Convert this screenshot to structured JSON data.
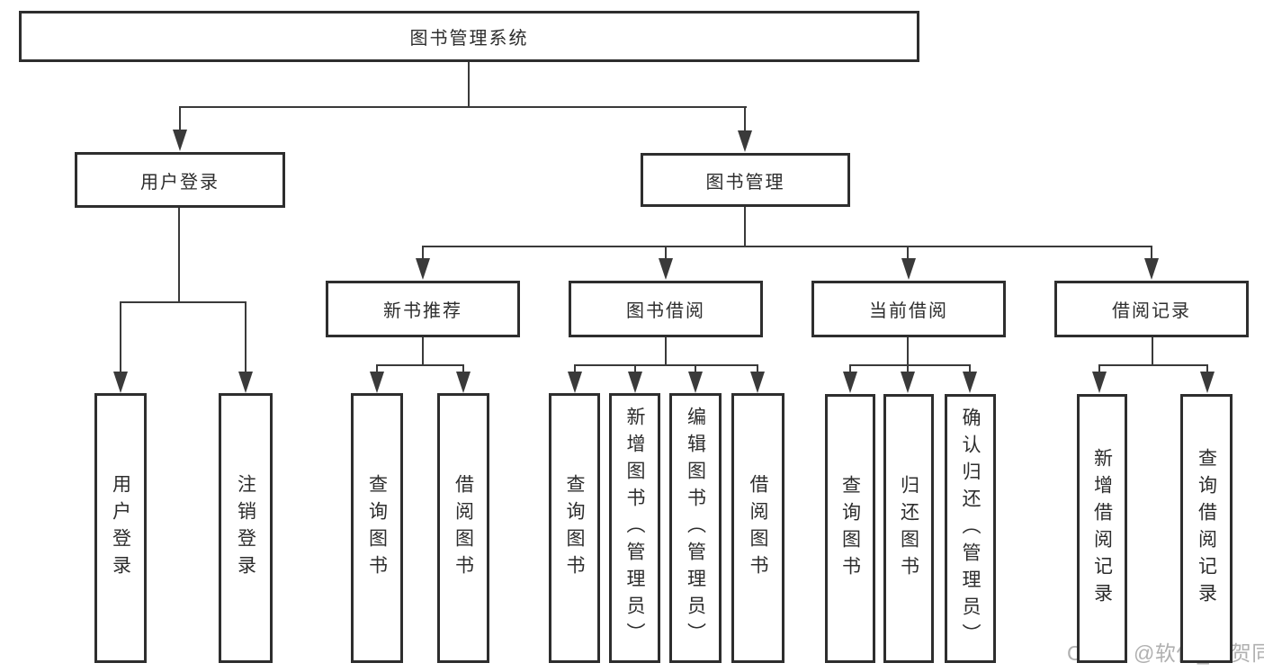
{
  "diagram": {
    "watermark": "CSDN @软件_小贺同学",
    "colors": {
      "line": "#3a3a3a",
      "box_border": "#2e2e2e",
      "text": "#2d2d2d",
      "watermark": "#b0b0b0",
      "background": "#ffffff"
    }
  },
  "nodes": [
    {
      "id": "root",
      "label": "图书管理系统",
      "orientation": "horizontal"
    },
    {
      "id": "user-login",
      "label": "用户登录",
      "orientation": "horizontal"
    },
    {
      "id": "book-management",
      "label": "图书管理",
      "orientation": "horizontal"
    },
    {
      "id": "new-book-recommendation",
      "label": "新书推荐",
      "orientation": "horizontal"
    },
    {
      "id": "book-borrowing",
      "label": "图书借阅",
      "orientation": "horizontal"
    },
    {
      "id": "current-borrowing",
      "label": "当前借阅",
      "orientation": "horizontal"
    },
    {
      "id": "borrowing-records",
      "label": "借阅记录",
      "orientation": "horizontal"
    },
    {
      "id": "leaf-user-login",
      "label": "用户登录",
      "orientation": "vertical"
    },
    {
      "id": "leaf-logout",
      "label": "注销登录",
      "orientation": "vertical"
    },
    {
      "id": "leaf-search-books-1",
      "label": "查询图书",
      "orientation": "vertical"
    },
    {
      "id": "leaf-borrow-books-1",
      "label": "借阅图书",
      "orientation": "vertical"
    },
    {
      "id": "leaf-search-books-2",
      "label": "查询图书",
      "orientation": "vertical"
    },
    {
      "id": "leaf-add-books-admin",
      "label": "新增图书（管理员）",
      "orientation": "vertical"
    },
    {
      "id": "leaf-edit-books-admin",
      "label": "编辑图书（管理员）",
      "orientation": "vertical"
    },
    {
      "id": "leaf-borrow-books-2",
      "label": "借阅图书",
      "orientation": "vertical"
    },
    {
      "id": "leaf-search-books-3",
      "label": "查询图书",
      "orientation": "vertical"
    },
    {
      "id": "leaf-return-books",
      "label": "归还图书",
      "orientation": "vertical"
    },
    {
      "id": "leaf-confirm-return-admin",
      "label": "确认归还（管理员）",
      "orientation": "vertical"
    },
    {
      "id": "leaf-add-borrow-record",
      "label": "新增借阅记录",
      "orientation": "vertical"
    },
    {
      "id": "leaf-search-borrow-record",
      "label": "查询借阅记录",
      "orientation": "vertical"
    }
  ]
}
